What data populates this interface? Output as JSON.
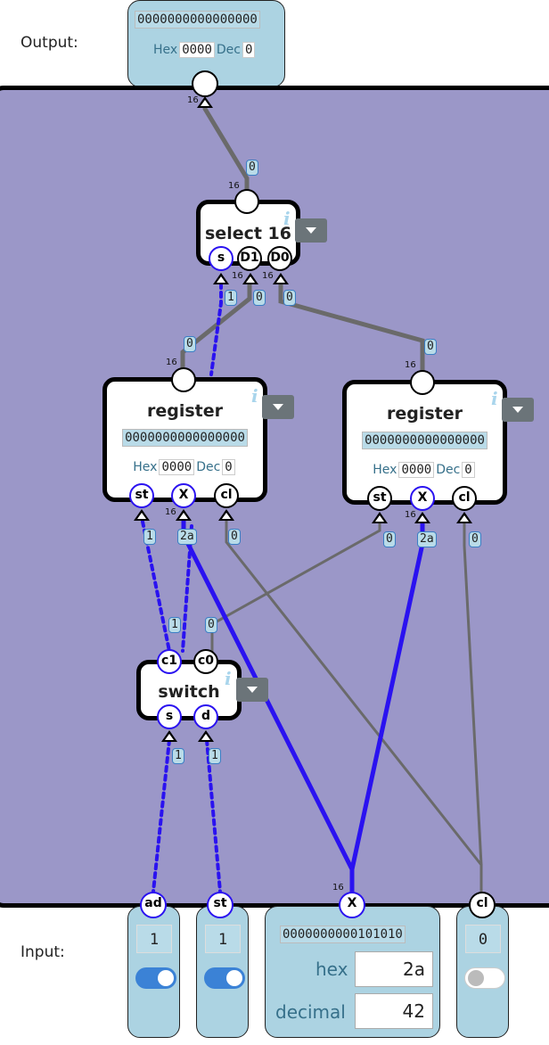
{
  "output": {
    "label": "Output:",
    "bits": "0000000000000000",
    "hex_label": "Hex",
    "hex": "0000",
    "dec_label": "Dec",
    "dec": "0",
    "width": "16"
  },
  "select": {
    "title": "select 16",
    "info": "i",
    "pins": {
      "s": "s",
      "d1": "D1",
      "d0": "D0"
    },
    "width_out": "16",
    "width_d1": "16",
    "width_d0": "16"
  },
  "register_left": {
    "title": "register",
    "info": "i",
    "bits": "0000000000000000",
    "hex_label": "Hex",
    "hex": "0000",
    "dec_label": "Dec",
    "dec": "0",
    "pins": {
      "st": "st",
      "x": "X",
      "cl": "cl"
    },
    "width_out": "16",
    "width_x": "16"
  },
  "register_right": {
    "title": "register",
    "info": "i",
    "bits": "0000000000000000",
    "hex_label": "Hex",
    "hex": "0000",
    "dec_label": "Dec",
    "dec": "0",
    "pins": {
      "st": "st",
      "x": "X",
      "cl": "cl"
    },
    "width_out": "16",
    "width_x": "16"
  },
  "switch": {
    "title": "switch",
    "info": "i",
    "pins": {
      "c1": "c1",
      "c0": "c0",
      "s": "s",
      "d": "d"
    }
  },
  "wire_values": {
    "sel_out": "0",
    "sel_s": "1",
    "sel_d1": "0",
    "sel_d0": "0",
    "regL_out": "0",
    "regR_out": "0",
    "regL_st": "1",
    "regL_x": "2a",
    "regL_cl": "0",
    "regR_st": "0",
    "regR_x": "2a",
    "regR_cl": "0",
    "sw_c1": "1",
    "sw_c0": "0",
    "sw_s": "1",
    "sw_d": "1"
  },
  "input": {
    "label": "Input:",
    "ad": {
      "pin": "ad",
      "value": "1",
      "on": true
    },
    "st": {
      "pin": "st",
      "value": "1",
      "on": true
    },
    "x": {
      "pin": "X",
      "width": "16",
      "bits": "0000000000101010",
      "hex_label": "hex",
      "hex": "2a",
      "dec_label": "decimal",
      "dec": "42"
    },
    "cl": {
      "pin": "cl",
      "value": "0",
      "on": false
    }
  },
  "colors": {
    "board": "#9b97c8",
    "wire_gray": "#6a6a6a",
    "wire_blue": "#2a12f0",
    "panel": "#acd3e2"
  }
}
